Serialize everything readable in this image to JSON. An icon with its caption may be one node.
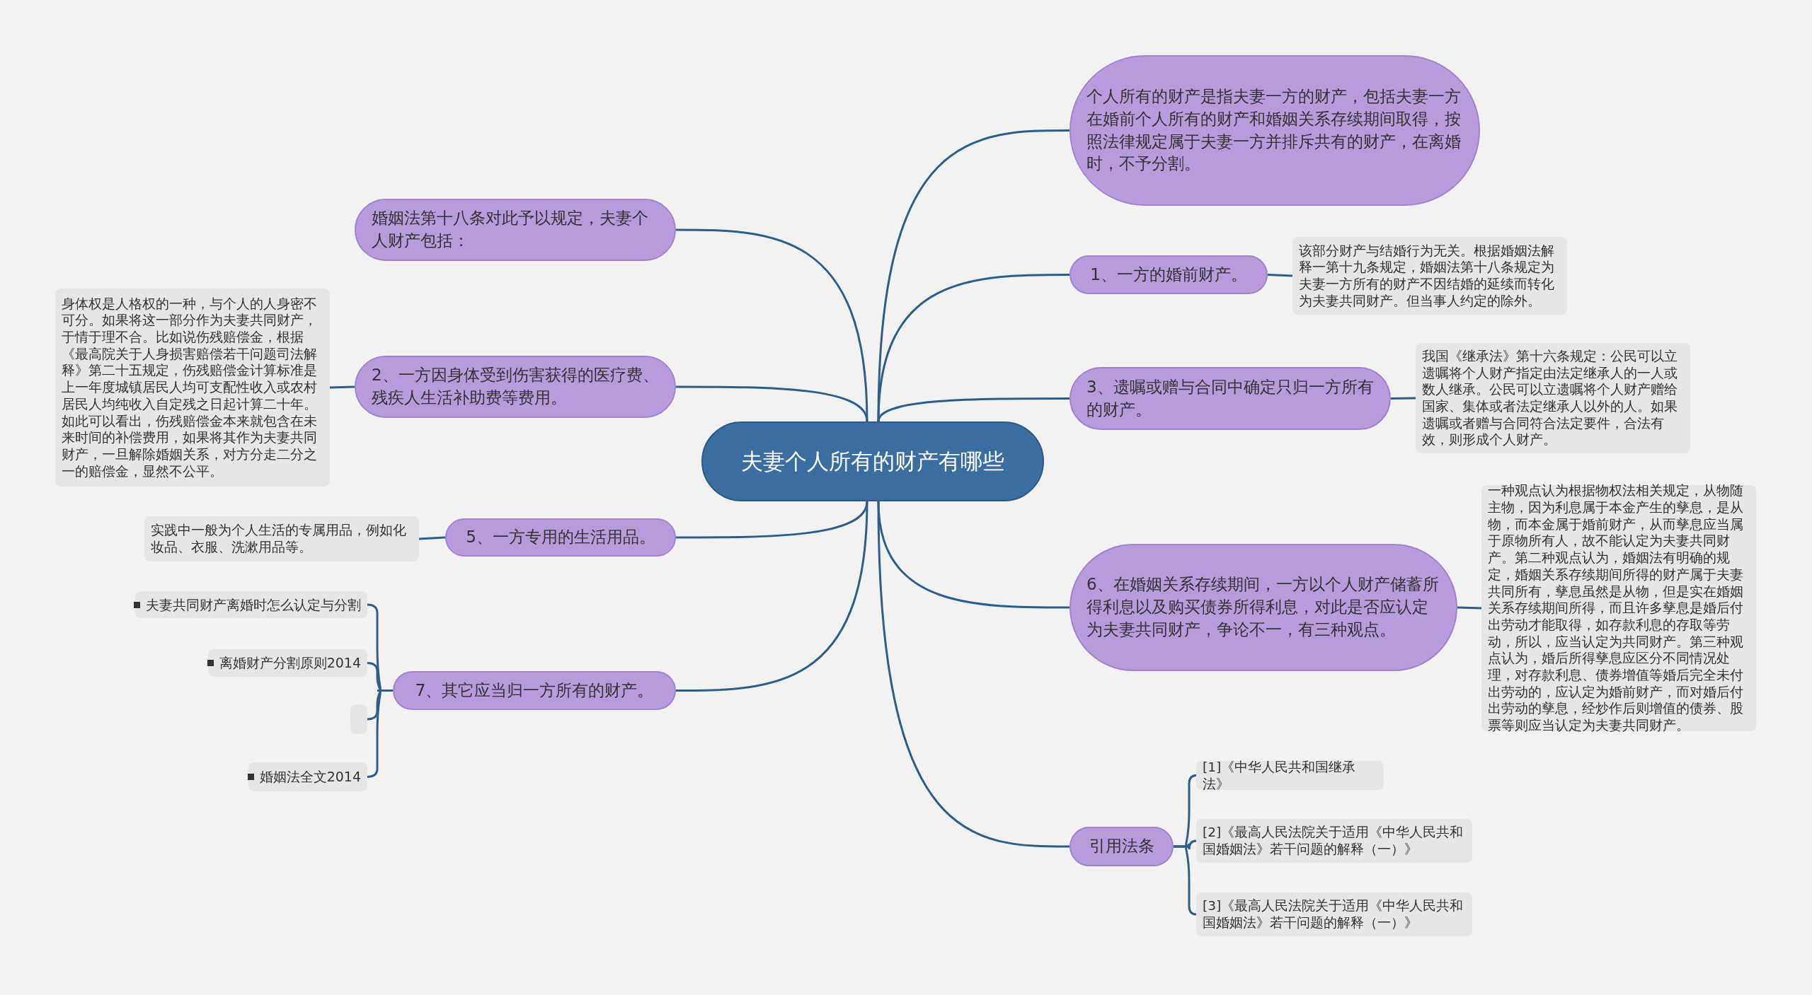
{
  "diagram": {
    "nodes": [
      {
        "text": [
          "夫妻个人所有的财产有哪些"
        ]
      },
      {
        "text": [
          "个人所有的财产是指夫妻一方的财产，包括夫妻一方在婚前个人所有的财产和婚姻关系存续期间取得，按照法律规定属于夫妻一方并排斥共有的财产，在离婚时，不予分割。"
        ]
      },
      {
        "text": [
          "婚姻法第十八条对此予以规定，夫妻个人财产包括："
        ]
      },
      {
        "text": [
          "1、一方的婚前财产。"
        ]
      },
      {
        "text": [
          "该部分财产与结婚行为无关。根据婚姻法解释一第十九条规定，婚姻法第十八条规定为夫妻一方所有的财产不因结婚的延续而转化为夫妻共同财产。但当事人约定的除外。"
        ]
      },
      {
        "text": [
          "2、一方因身体受到伤害获得的医疗费、残疾人生活补助费等费用。"
        ]
      },
      {
        "text": [
          "身体权是人格权的一种，与个人的人身密不可分。如果将这一部分作为夫妻共同财产，于情于理不合。比如说伤残赔偿金，根据《最高院关于人身损害赔偿若干问题司法解释》第二十五规定，伤残赔偿金计算标准是上一年度城镇居民人均可支配性收入或农村居民人均纯收入自定残之日起计算二十年。如此可以看出，伤残赔偿金本来就包含在未来时间的补偿费用，如果将其作为夫妻共同财产，一旦解除婚姻关系，对方分走二分之一的赔偿金，显然不公平。"
        ]
      },
      {
        "text": [
          "3、遗嘱或赠与合同中确定只归一方所有的财产。"
        ]
      },
      {
        "text": [
          "我国《继承法》第十六条规定：公民可以立遗嘱将个人财产指定由法定继承人的一人或数人继承。公民可以立遗嘱将个人财产赠给国家、集体或者法定继承人以外的人。如果遗嘱或者赠与合同符合法定要件，合法有效，则形成个人财产。"
        ]
      },
      {
        "text": [
          "5、一方专用的生活用品。"
        ]
      },
      {
        "text": [
          "实践中一般为个人生活的专属用品，例如化妆品、衣服、洗漱用品等。"
        ]
      },
      {
        "text": [
          "6、在婚姻关系存续期间，一方以个人财产储蓄所得利息以及购买债券所得利息，对此是否应认定为夫妻共同财产，争论不一，有三种观点。"
        ]
      },
      {
        "text": [
          "一种观点认为根据物权法相关规定，从物随主物，因为利息属于本金产生的孳息，是从物，而本金属于婚前财产，从而孳息应当属于原物所有人，故不能认定为夫妻共同财产。第二种观点认为，婚姻法有明确的规定，婚姻关系存续期间所得的财产属于夫妻共同所有，孳息虽然是从物，但是实在婚姻关系存续期间所得，而且许多孳息是婚后付出劳动才能取得，如存款利息的存取等劳动，所以，应当认定为共同财产。第三种观点认为，婚后所得孳息应区分不同情况处理，对存款利息、债券增值等婚后完全未付出劳动的，应认定为婚前财产，而对婚后付出劳动的孳息，经炒作后则增值的债券、股票等则应当认定为夫妻共同财产。"
        ]
      },
      {
        "text": [
          "7、其它应当归一方所有的财产。"
        ]
      },
      {
        "text": [
          "夫妻共同财产离婚时怎么认定与分割"
        ]
      },
      {
        "text": [
          "离婚财产分割原则2014"
        ]
      },
      {
        "text": [],
        "shape": "box"
      },
      {
        "text": [
          "婚姻法全文2014"
        ]
      },
      {
        "text": [
          "引用法条"
        ]
      },
      {
        "text": [
          "[1]《中华人民共和国继承法》"
        ]
      },
      {
        "text": [
          "[2]《最高人民法院关于适用《中华人民共和国婚姻法》若干问题的解释（一）》"
        ]
      },
      {
        "text": [
          "[3]《最高人民法院关于适用《中华人民共和国婚姻法》若干问题的解释（一）》"
        ]
      }
    ],
    "edges": [
      {
        "from": 0,
        "to": 1,
        "arrow": "none"
      },
      {
        "from": 0,
        "to": 2,
        "arrow": "none"
      },
      {
        "from": 0,
        "to": 3,
        "arrow": "none"
      },
      {
        "from": 3,
        "to": 4,
        "arrow": "none"
      },
      {
        "from": 0,
        "to": 5,
        "arrow": "none"
      },
      {
        "from": 5,
        "to": 6,
        "arrow": "none"
      },
      {
        "from": 0,
        "to": 7,
        "arrow": "none"
      },
      {
        "from": 7,
        "to": 8,
        "arrow": "none"
      },
      {
        "from": 0,
        "to": 9,
        "arrow": "none"
      },
      {
        "from": 9,
        "to": 10,
        "arrow": "none"
      },
      {
        "from": 0,
        "to": 11,
        "arrow": "none"
      },
      {
        "from": 11,
        "to": 12,
        "arrow": "none"
      },
      {
        "from": 0,
        "to": 13,
        "arrow": "none"
      },
      {
        "from": 13,
        "to": 14,
        "arrow": "none"
      },
      {
        "from": 13,
        "to": 15,
        "arrow": "none"
      },
      {
        "from": 13,
        "to": 16,
        "arrow": "none"
      },
      {
        "from": 13,
        "to": 17,
        "arrow": "none"
      },
      {
        "from": 0,
        "to": 18,
        "arrow": "none"
      },
      {
        "from": 18,
        "to": 19,
        "arrow": "none"
      },
      {
        "from": 18,
        "to": 20,
        "arrow": "none"
      },
      {
        "from": 18,
        "to": 21,
        "arrow": "none"
      }
    ]
  }
}
